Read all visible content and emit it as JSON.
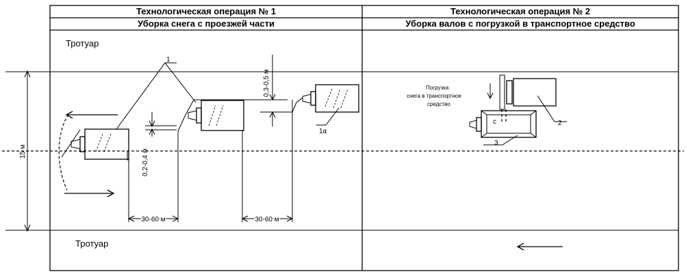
{
  "header": {
    "op1_title": "Технологическая операция № 1",
    "op1_subtitle": "Уборка снега с проезжей части",
    "op2_title": "Технологическая операция № 2",
    "op2_subtitle": "Уборка валов с погрузкой в транспортное средство"
  },
  "op1": {
    "sidewalk_top": "Тротуар",
    "sidewalk_bottom": "Тротуар",
    "callout_1": "1",
    "callout_1a": "1а",
    "dim_gap_top": "0,3-0,5 м",
    "dim_gap_low": "0,2-0,4 м",
    "dim_len_1": "30-60 м",
    "dim_len_2": "30-60 м",
    "dim_width": "15 м"
  },
  "op2": {
    "loading_line1": "Погрузка",
    "loading_line2": "снега в транспортное",
    "loading_line3": "средство",
    "callout_2": "2",
    "callout_3": "3"
  }
}
